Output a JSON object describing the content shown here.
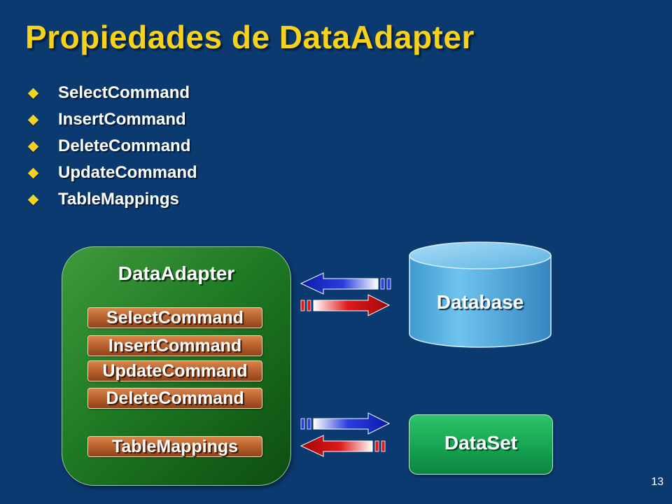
{
  "slide": {
    "title": "Propiedades de DataAdapter",
    "bullets": [
      "SelectCommand",
      "InsertCommand",
      "DeleteCommand",
      "UpdateCommand",
      "TableMappings"
    ],
    "page_number": "13"
  },
  "diagram": {
    "adapter_title": "DataAdapter",
    "commands": [
      "SelectCommand",
      "InsertCommand",
      "UpdateCommand",
      "DeleteCommand"
    ],
    "mappings": "TableMappings",
    "database_label": "Database",
    "dataset_label": "DataSet"
  },
  "colors": {
    "background": "#0b3a70",
    "title": "#f6d21d",
    "adapter_green": "#1f7a24",
    "command_brown": "#b35d2b",
    "database_blue": "#5bb6e6",
    "dataset_green": "#16a352",
    "arrow_blue": "#1022c8",
    "arrow_red": "#d81010"
  }
}
